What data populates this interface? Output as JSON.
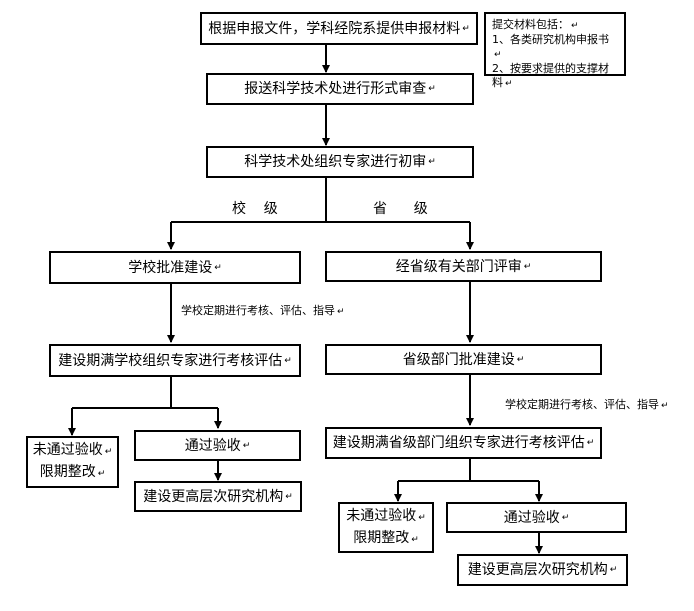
{
  "nodes": {
    "submit": "根据申报文件，学科经院系提供申报材料",
    "formal_review": "报送科学技术处进行形式审查",
    "initial_review": "科学技术处组织专家进行初审",
    "school_approve": "学校批准建设",
    "province_review": "经省级有关部门评审",
    "school_eval": "建设期满学校组织专家进行考核评估",
    "province_approve": "省级部门批准建设",
    "province_eval": "建设期满省级部门组织专家进行考核评估",
    "left_fail_1": "未通过验收",
    "left_fail_2": "限期整改",
    "left_pass": "通过验收",
    "left_higher": "建设更高层次研究机构",
    "right_fail_1": "未通过验收",
    "right_fail_2": "限期整改",
    "right_pass": "通过验收",
    "right_higher": "建设更高层次研究机构"
  },
  "note": {
    "title": "提交材料包括：",
    "item1": "1、各类研究机构申报书",
    "item2": "2、按要求提供的支撑材料"
  },
  "labels": {
    "school_level": "校    级",
    "province_level": "省      级",
    "school_guidance": "学校定期进行考核、评估、指导",
    "province_guidance": "学校定期进行考核、评估、指导"
  },
  "paragraph_mark": "↵"
}
